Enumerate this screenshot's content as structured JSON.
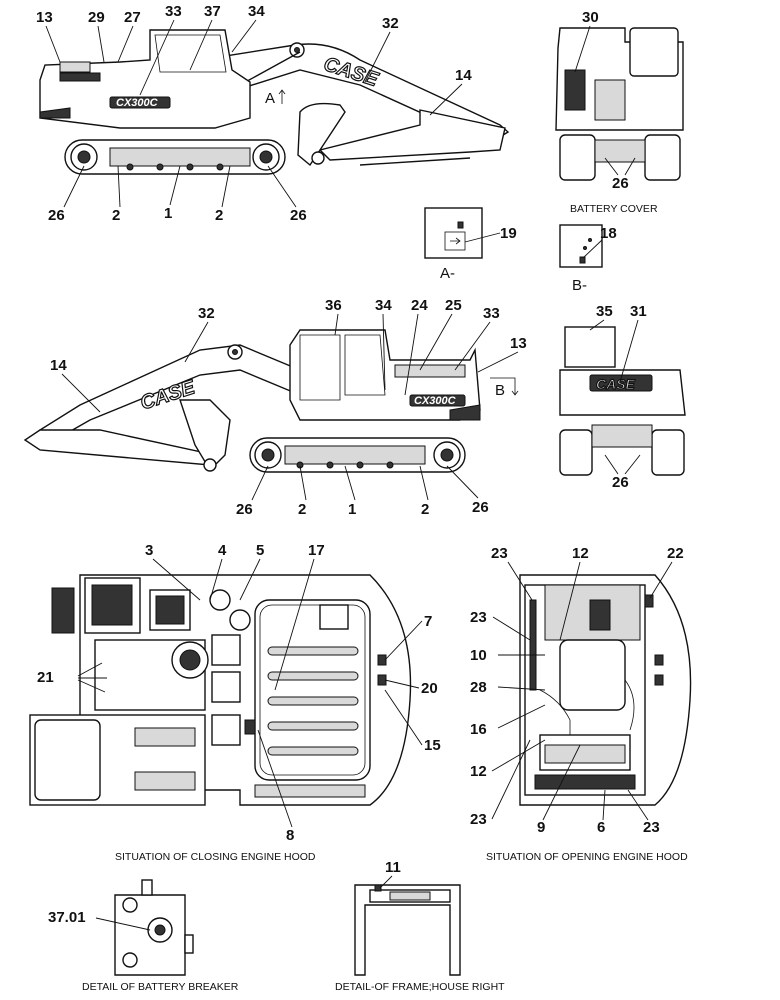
{
  "labels": {
    "top": [
      "13",
      "29",
      "27",
      "33",
      "37",
      "34",
      "32",
      "14",
      "26",
      "2",
      "1",
      "2",
      "26",
      "30",
      "26"
    ],
    "detailA": "19",
    "detailB": "18",
    "mid": [
      "32",
      "36",
      "34",
      "24",
      "25",
      "33",
      "13",
      "14",
      "26",
      "2",
      "1",
      "2",
      "26",
      "35",
      "31",
      "26"
    ],
    "closing": [
      "3",
      "4",
      "5",
      "17",
      "7",
      "21",
      "20",
      "15",
      "8"
    ],
    "opening": [
      "23",
      "12",
      "22",
      "23",
      "10",
      "28",
      "16",
      "12",
      "23",
      "9",
      "6",
      "23"
    ],
    "bottom": [
      "37.01",
      "11"
    ]
  },
  "captions": {
    "battery_cover": "BATTERY COVER",
    "view_a": "A-",
    "view_b": "B-",
    "arrow_a": "A",
    "arrow_b": "B",
    "closing": "SITUATION OF CLOSING ENGINE HOOD",
    "opening": "SITUATION OF OPENING ENGINE HOOD",
    "battery_breaker": "DETAIL OF BATTERY BREAKER",
    "frame_house": "DETAIL-OF FRAME;HOUSE RIGHT"
  },
  "decals": {
    "brand": "CASE",
    "model": "CX300C"
  }
}
